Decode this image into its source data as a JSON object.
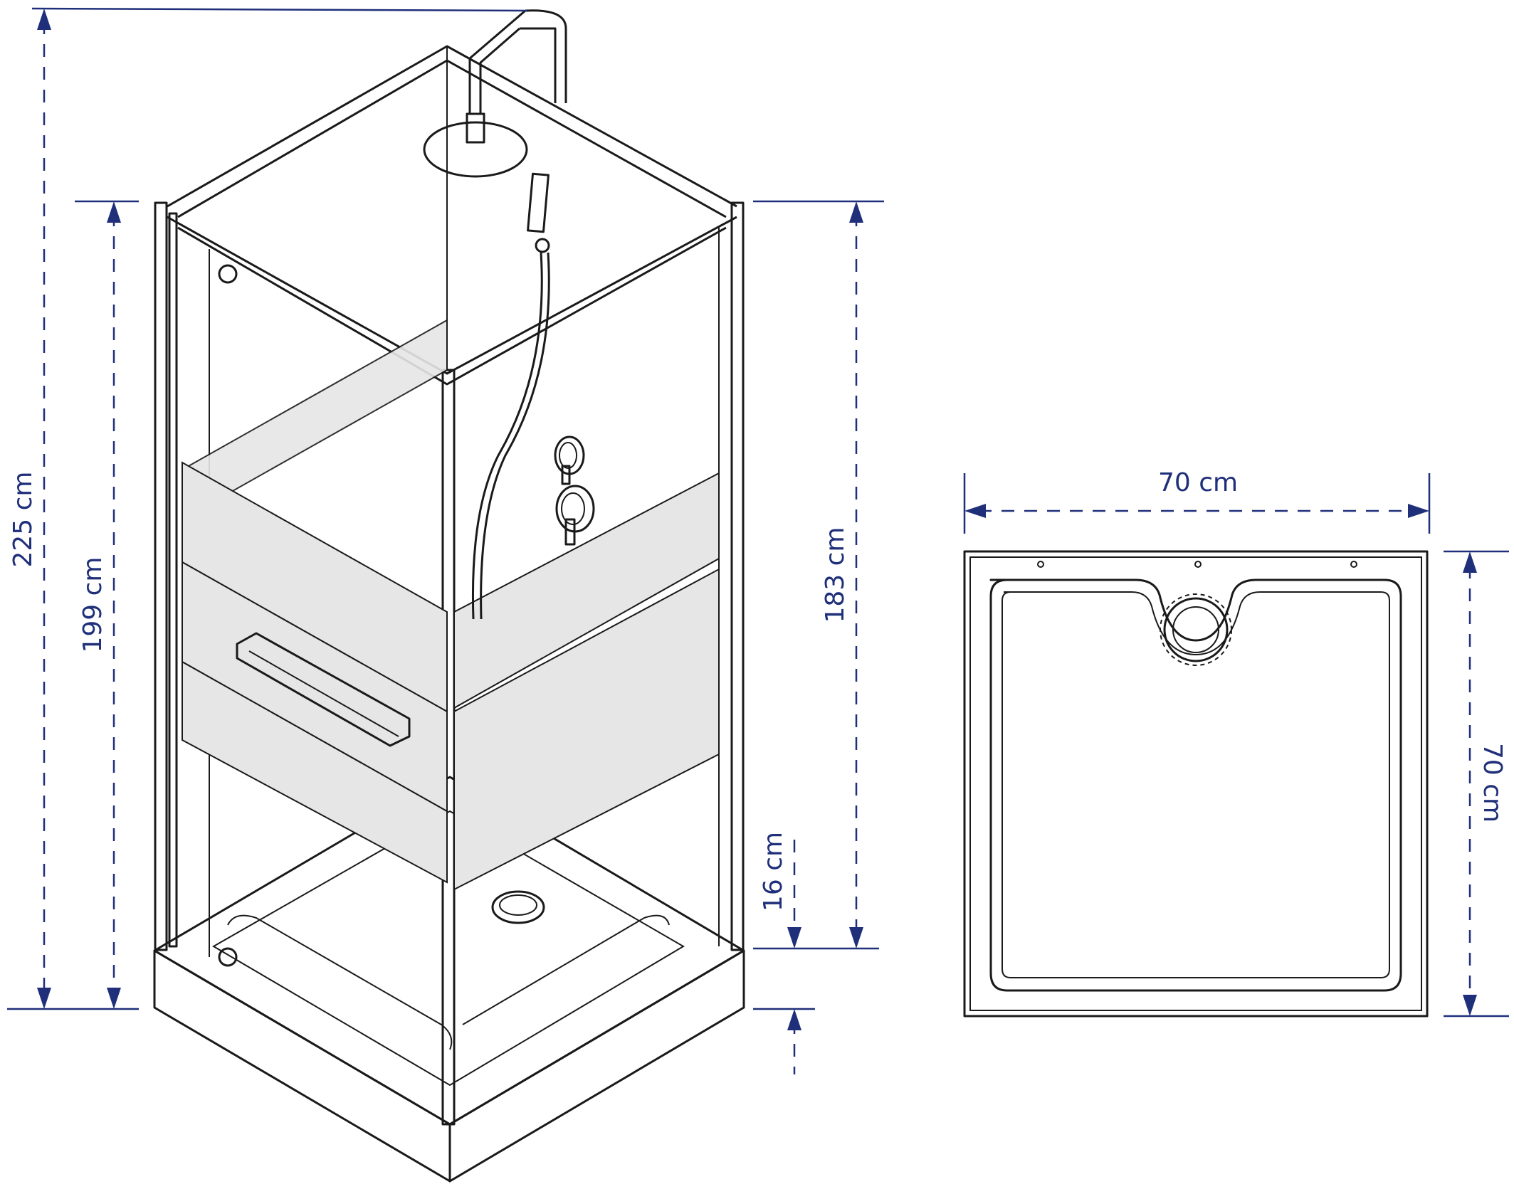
{
  "dimensions": {
    "total_height": "225 cm",
    "door_height": "199 cm",
    "panel_height": "183 cm",
    "tray_height": "16 cm",
    "tray_width": "70 cm",
    "tray_depth": "70 cm"
  },
  "colors": {
    "dimension": "#1f2f7a",
    "ink": "#1a1a1a",
    "frosted_band": "#e6e6e6"
  }
}
